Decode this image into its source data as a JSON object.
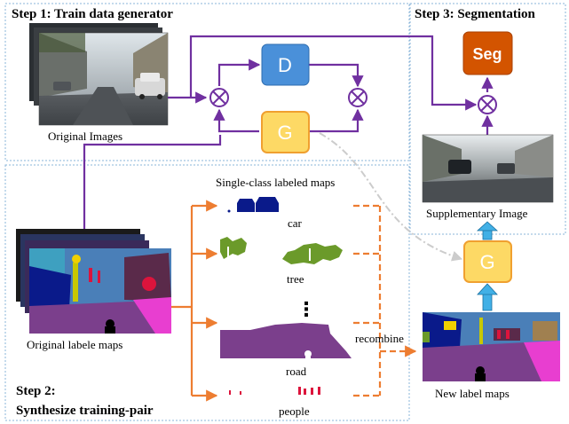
{
  "steps": {
    "step1": "Step 1: Train data generator",
    "step3": "Step 3: Segmentation",
    "step2_line1": "Step 2:",
    "step2_line2": "Synthesize training-pair"
  },
  "blocks": {
    "discriminator": "D",
    "generator_top": "G",
    "generator_right": "G",
    "segmentation": "Seg"
  },
  "captions": {
    "original_images": "Original Images",
    "original_label_maps": "Original labele maps",
    "single_class_maps": "Single-class labeled maps",
    "supplementary_image": "Supplementary Image",
    "new_label_maps": "New label maps",
    "recombine": "recombine",
    "ellipsis": "⋮"
  },
  "classes": [
    "car",
    "tree",
    "road",
    "people"
  ],
  "colors": {
    "arrow_purple": "#7030a0",
    "arrow_orange": "#ed7d31",
    "arrow_blue": "#41b0e6",
    "d_block": "#4a90d9",
    "g_block": "#fdd965",
    "g_border": "#f0a030",
    "seg_block": "#d35400",
    "dashed_frame": "#8ab4d8",
    "car": "#0a1a8a",
    "tree": "#6b9a2a",
    "road": "#7b3f8c",
    "people": "#dc143c"
  }
}
